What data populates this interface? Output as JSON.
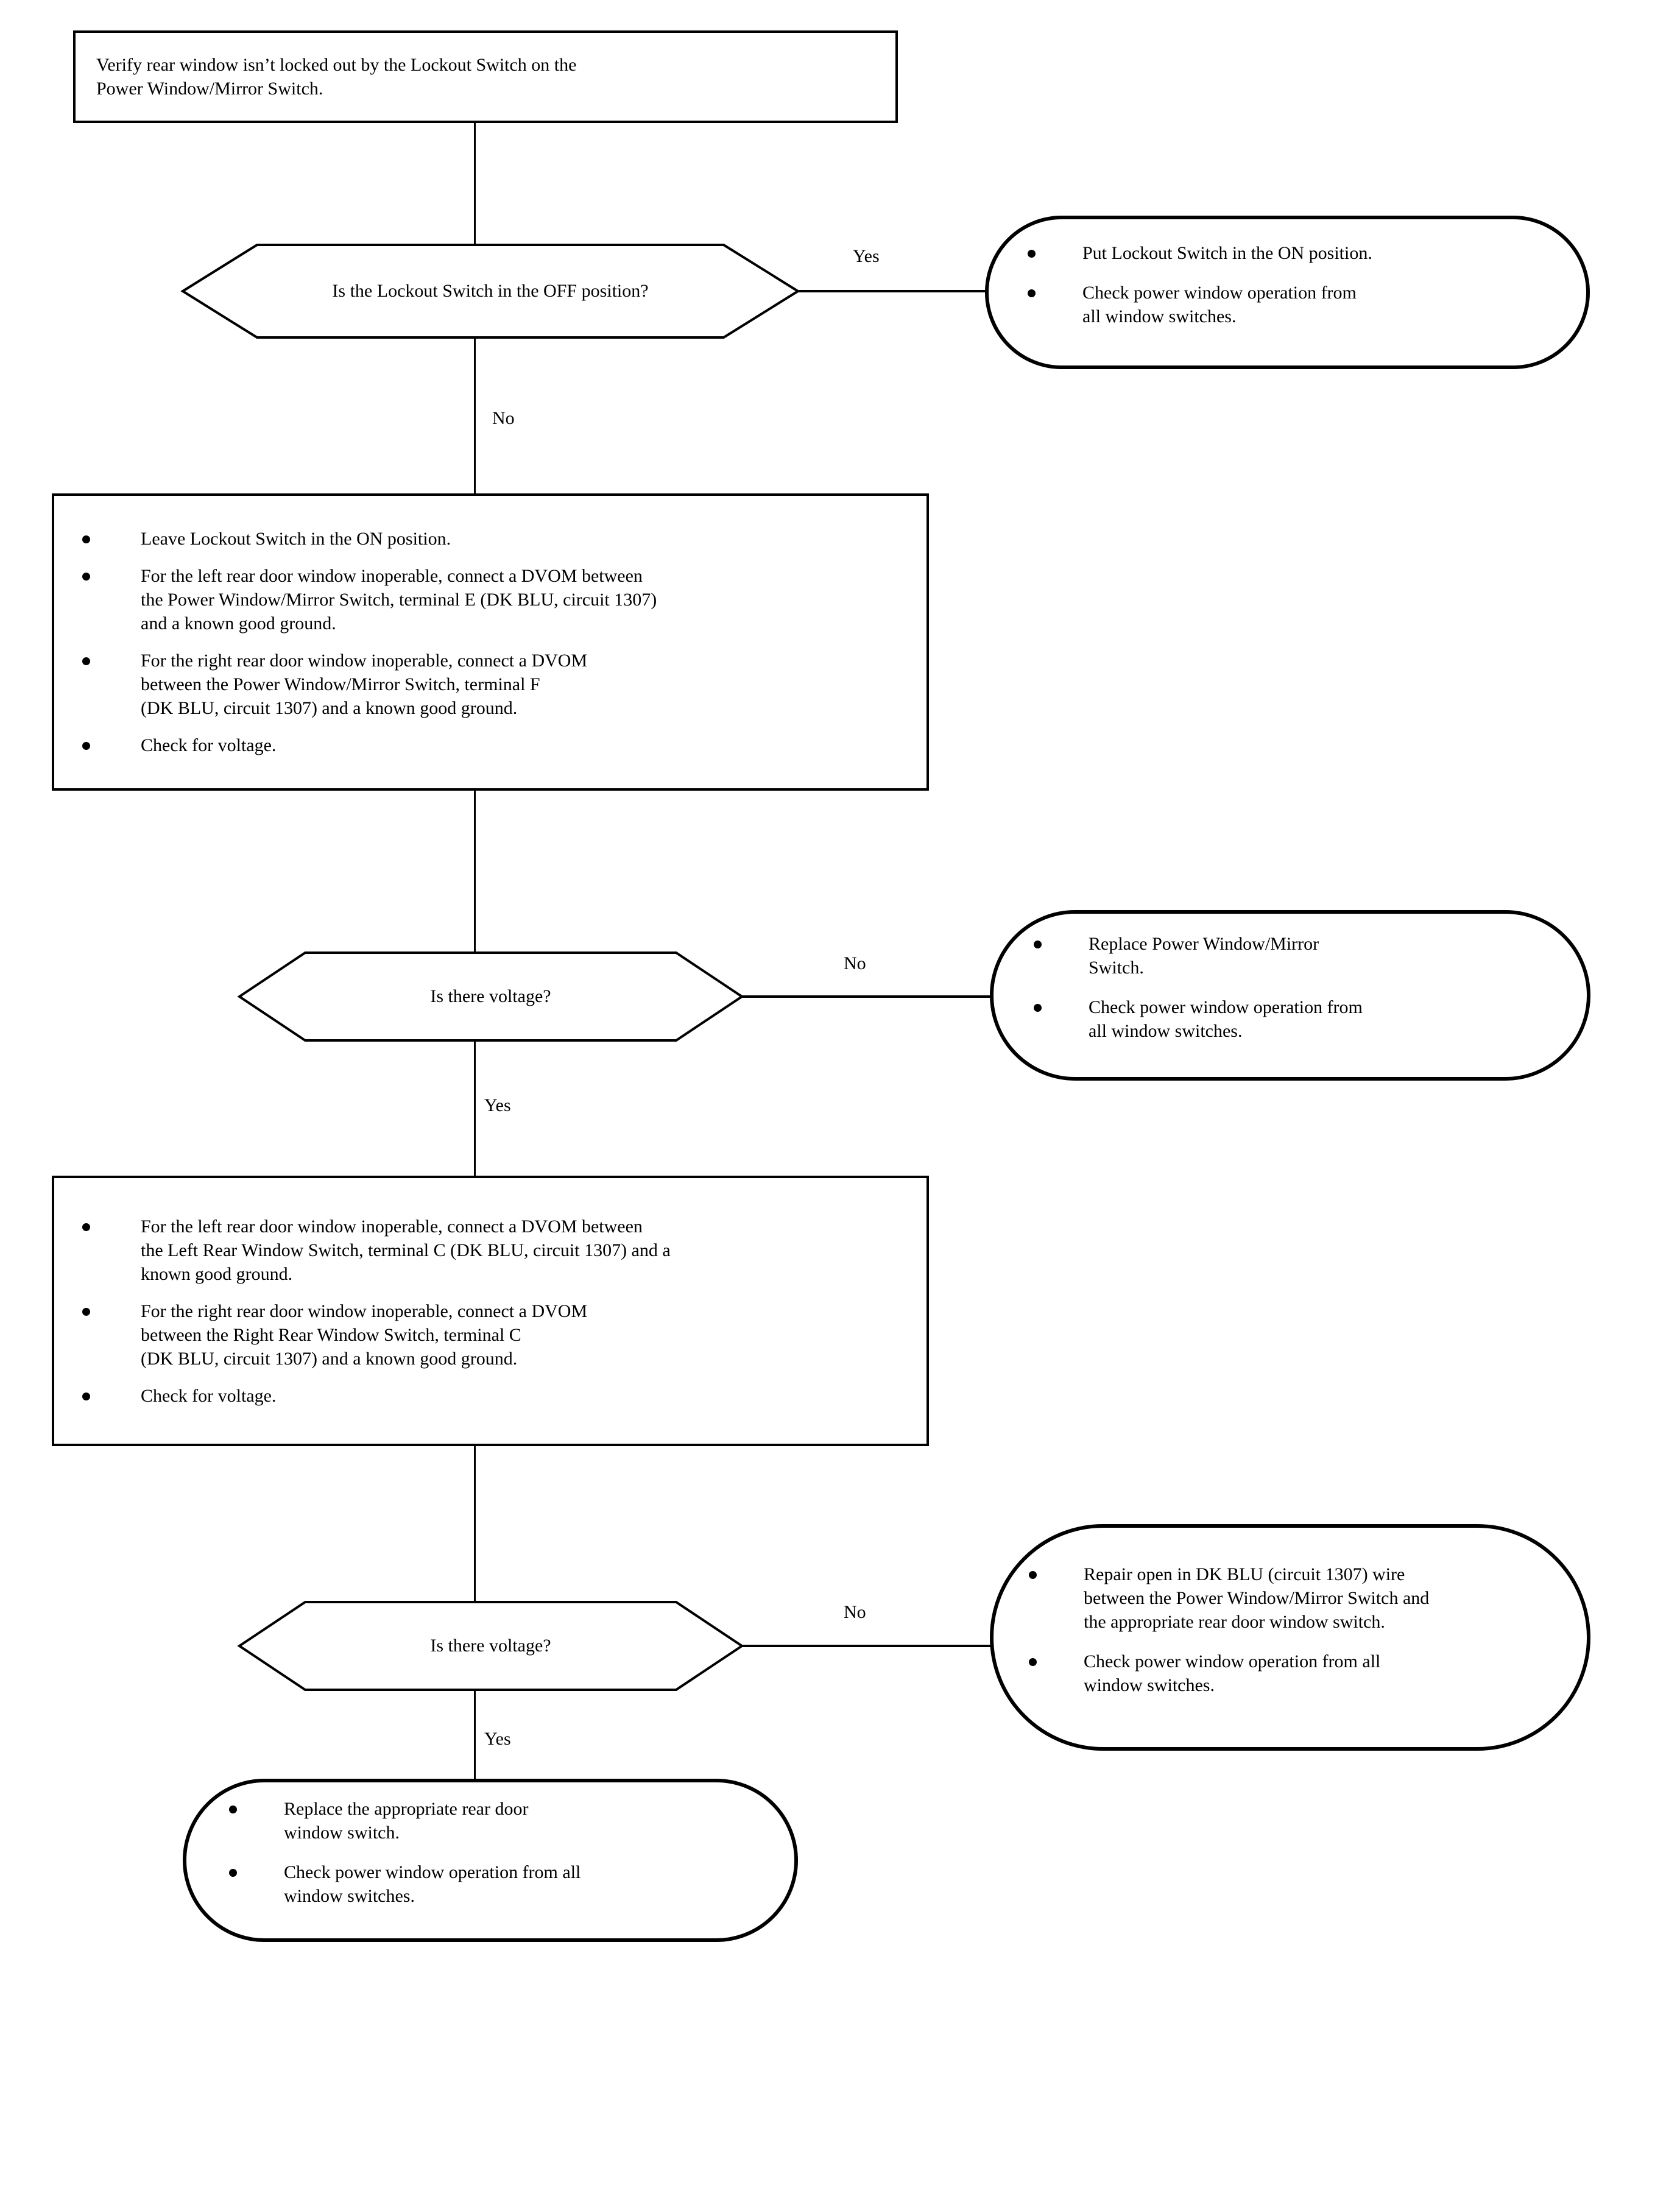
{
  "document": {
    "type": "troubleshooting-flowchart",
    "subject": "Rear door power window inoperable diagnostic"
  },
  "nodes": {
    "start": {
      "id": "verify-lockout",
      "shape": "process",
      "text": "Verify rear window isn’t locked out by the Lockout Switch on the\nPower Window/Mirror Switch."
    },
    "decision1": {
      "id": "lockout-off",
      "shape": "decision",
      "text": "Is the Lockout Switch in the OFF position?"
    },
    "terminal1": {
      "id": "put-lockout-on",
      "shape": "terminal",
      "bullets": [
        "Put Lockout Switch in the ON position.",
        "Check power window operation from\nall window switches."
      ]
    },
    "process2": {
      "id": "test-pw-mirror-switch",
      "shape": "process",
      "bullets": [
        "Leave Lockout Switch in the ON position.",
        "For the left rear door window inoperable, connect a DVOM between\nthe Power Window/Mirror Switch, terminal E (DK BLU,  circuit 1307)\nand a known good ground.",
        "For the right rear door window inoperable, connect a DVOM\nbetween the Power Window/Mirror Switch, terminal F\n(DK BLU, circuit 1307) and a known good ground.",
        "Check for voltage."
      ]
    },
    "decision2": {
      "id": "voltage-at-pw-mirror-switch",
      "shape": "decision",
      "text": "Is there voltage?"
    },
    "terminal2": {
      "id": "replace-pw-mirror-switch",
      "shape": "terminal",
      "bullets": [
        "Replace Power Window/Mirror\nSwitch.",
        "Check power window operation from\nall window switches."
      ]
    },
    "process3": {
      "id": "test-rear-window-switch",
      "shape": "process",
      "bullets": [
        "For the left rear door window inoperable, connect a DVOM between\nthe Left Rear Window Switch, terminal C (DK BLU, circuit 1307) and a\nknown good ground.",
        "For the right rear door window inoperable, connect a DVOM\nbetween the Right Rear Window Switch, terminal C\n(DK BLU, circuit 1307) and a known good ground.",
        "Check for voltage."
      ]
    },
    "decision3": {
      "id": "voltage-at-rear-window-switch",
      "shape": "decision",
      "text": "Is there voltage?"
    },
    "terminal3": {
      "id": "repair-open-dk-blu",
      "shape": "terminal",
      "bullets": [
        "Repair open in DK BLU (circuit 1307) wire\nbetween the Power Window/Mirror Switch and\nthe appropriate rear door window switch.",
        "Check power window operation from all\nwindow switches."
      ]
    },
    "terminal4": {
      "id": "replace-rear-door-window-switch",
      "shape": "terminal",
      "bullets": [
        "Replace the appropriate rear door\nwindow switch.",
        "Check power window operation from all\nwindow switches."
      ]
    }
  },
  "branch_labels": {
    "d1_yes": "Yes",
    "d1_no": "No",
    "d2_no": "No",
    "d2_yes": "Yes",
    "d3_no": "No",
    "d3_yes": "Yes"
  },
  "colors": {
    "stroke": "#000000",
    "background": "#ffffff",
    "text": "#000000"
  }
}
